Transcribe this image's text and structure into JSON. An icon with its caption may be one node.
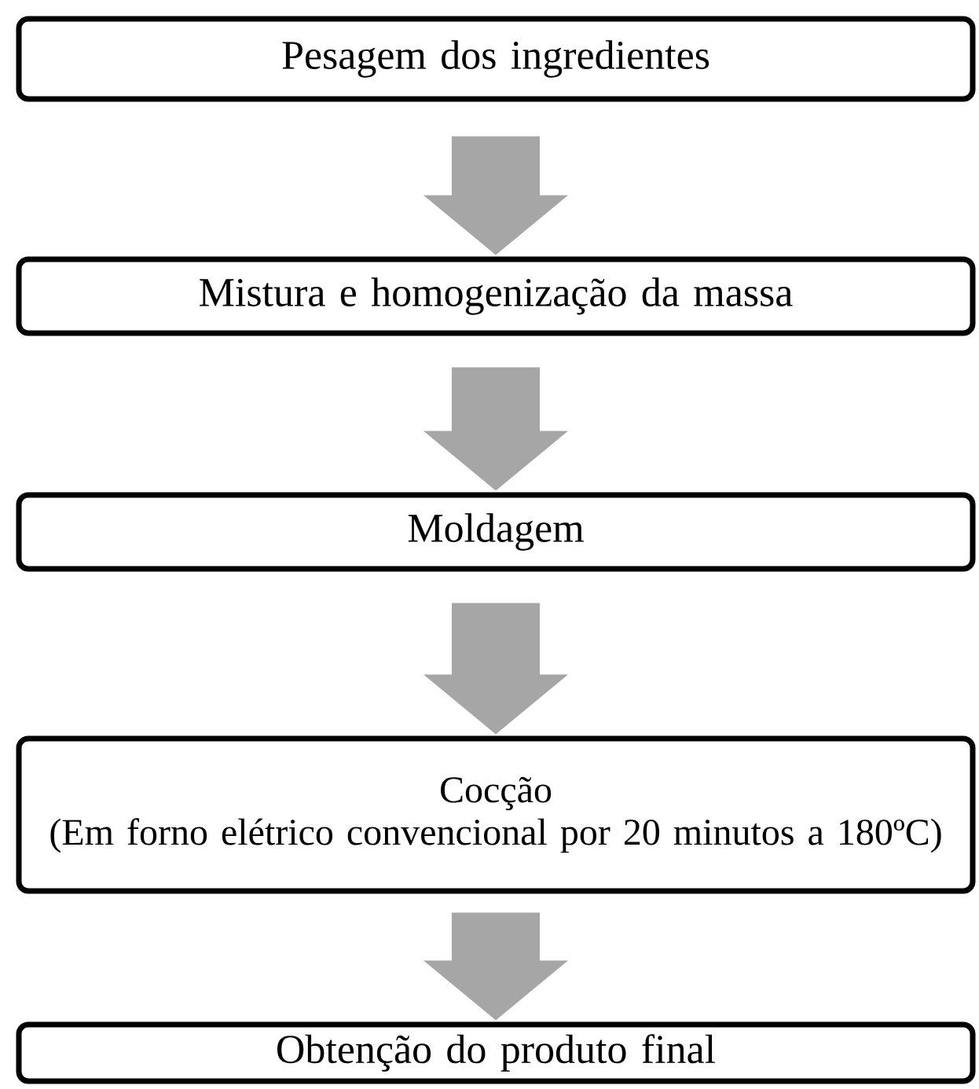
{
  "diagram": {
    "nodes": [
      {
        "text": [
          "Pesagem dos ingredientes"
        ]
      },
      {
        "text": [
          "Mistura e homogenização da massa"
        ]
      },
      {
        "text": [
          "Moldagem"
        ]
      },
      {
        "text": [
          "Cocção",
          "(Em forno elétrico convencional por 20 minutos a 180ºC)"
        ]
      },
      {
        "text": [
          "Obtenção do produto final"
        ]
      }
    ],
    "edges": [
      {
        "from": 0,
        "to": 1,
        "arrow": "to"
      },
      {
        "from": 1,
        "to": 2,
        "arrow": "to"
      },
      {
        "from": 2,
        "to": 3,
        "arrow": "to"
      },
      {
        "from": 3,
        "to": 4,
        "arrow": "to"
      }
    ]
  }
}
